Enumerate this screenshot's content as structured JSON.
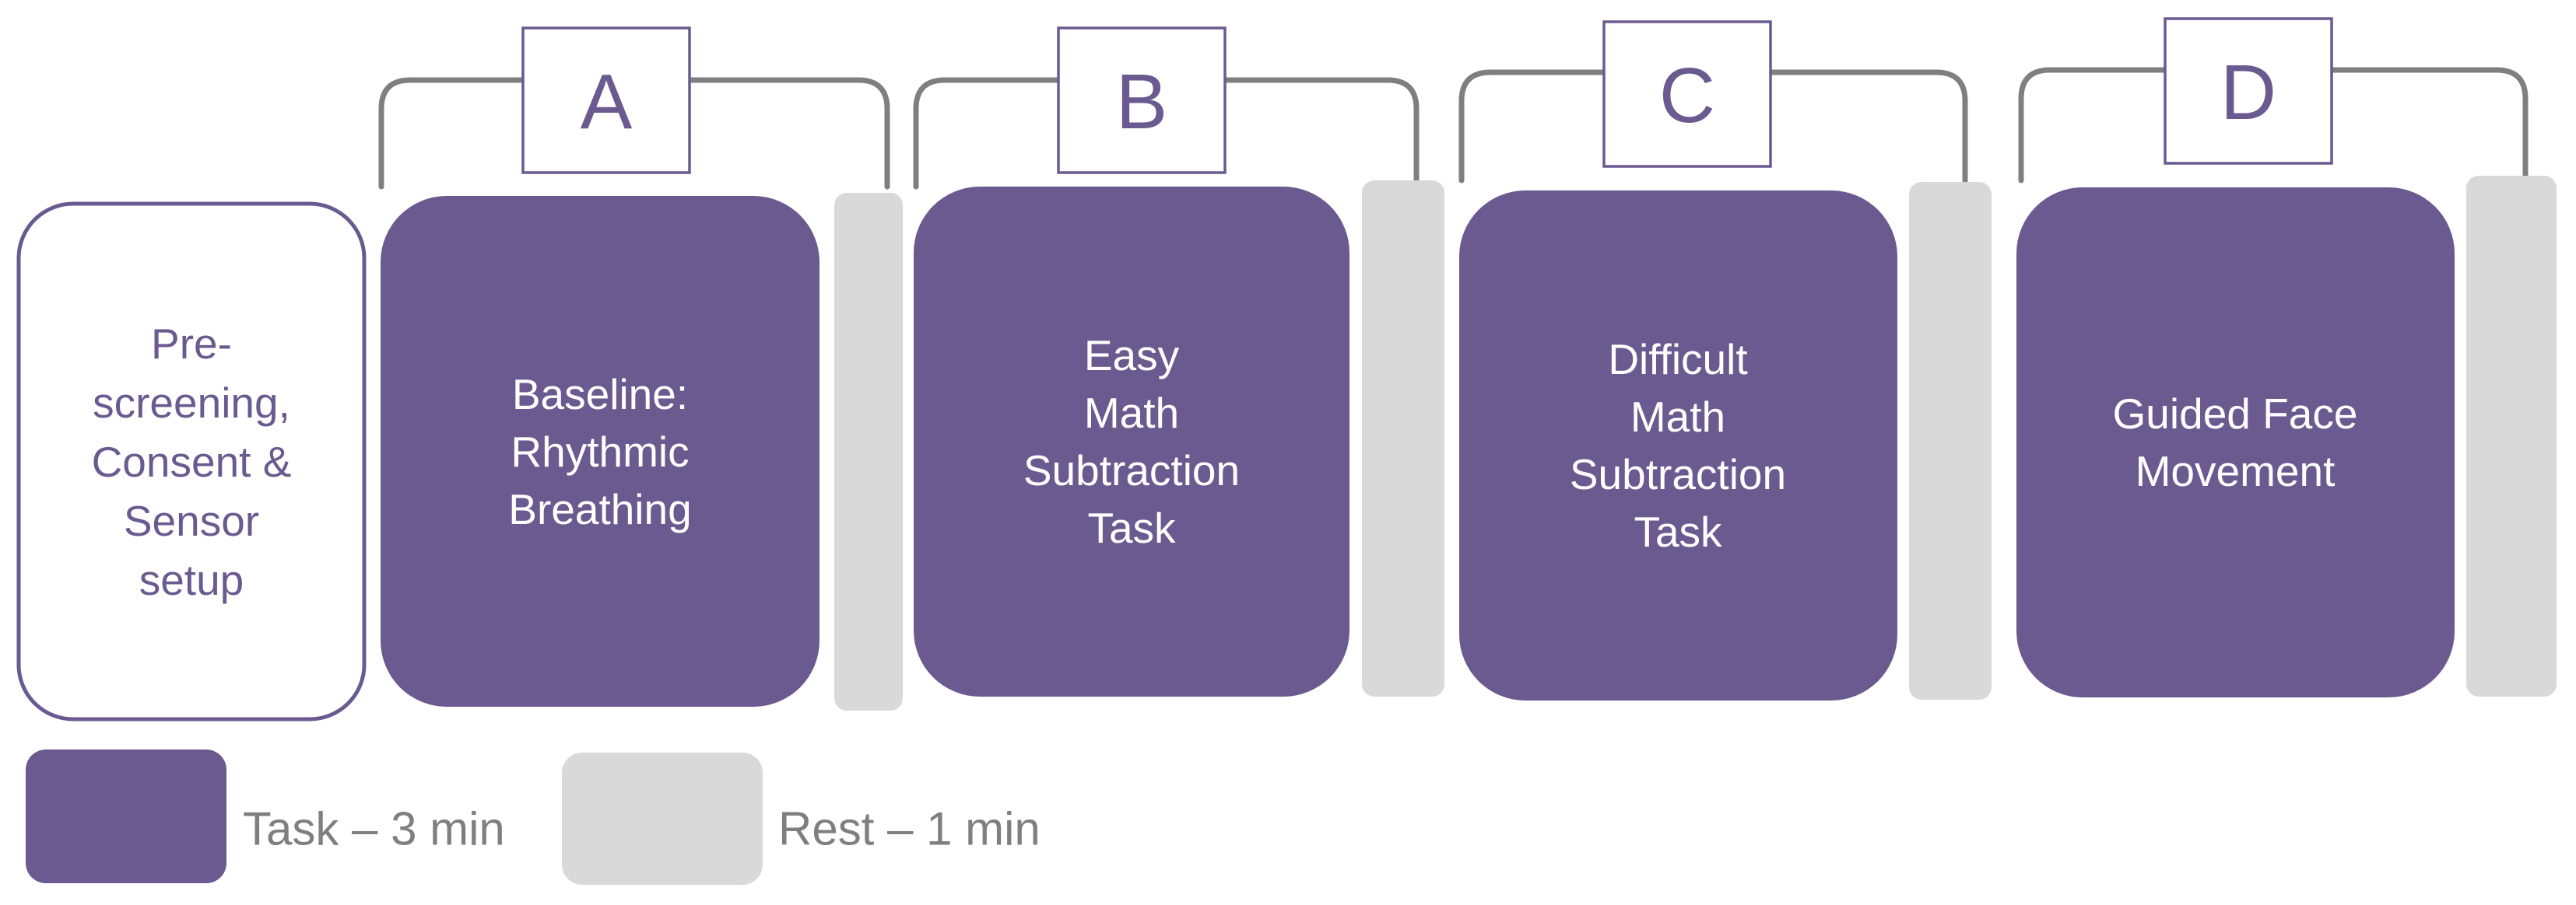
{
  "colors": {
    "task": "#6b5a8f",
    "rest": "#d9d9d9",
    "accent": "#6a5a90",
    "bracket": "#7f7f7f",
    "legend_text": "#7f7f7f"
  },
  "prescreen": {
    "lines": [
      "Pre-",
      "screening,",
      "Consent &",
      "Sensor",
      "setup"
    ]
  },
  "phases": [
    {
      "letter": "A",
      "task_lines": [
        "Baseline:",
        "Rhythmic",
        "Breathing"
      ]
    },
    {
      "letter": "B",
      "task_lines": [
        "Easy",
        "Math",
        "Subtraction",
        "Task"
      ]
    },
    {
      "letter": "C",
      "task_lines": [
        "Difficult",
        "Math",
        "Subtraction",
        "Task"
      ]
    },
    {
      "letter": "D",
      "task_lines": [
        "Guided Face",
        "Movement"
      ]
    }
  ],
  "legend": {
    "task_label": "Task – 3 min",
    "rest_label": "Rest – 1 min"
  }
}
